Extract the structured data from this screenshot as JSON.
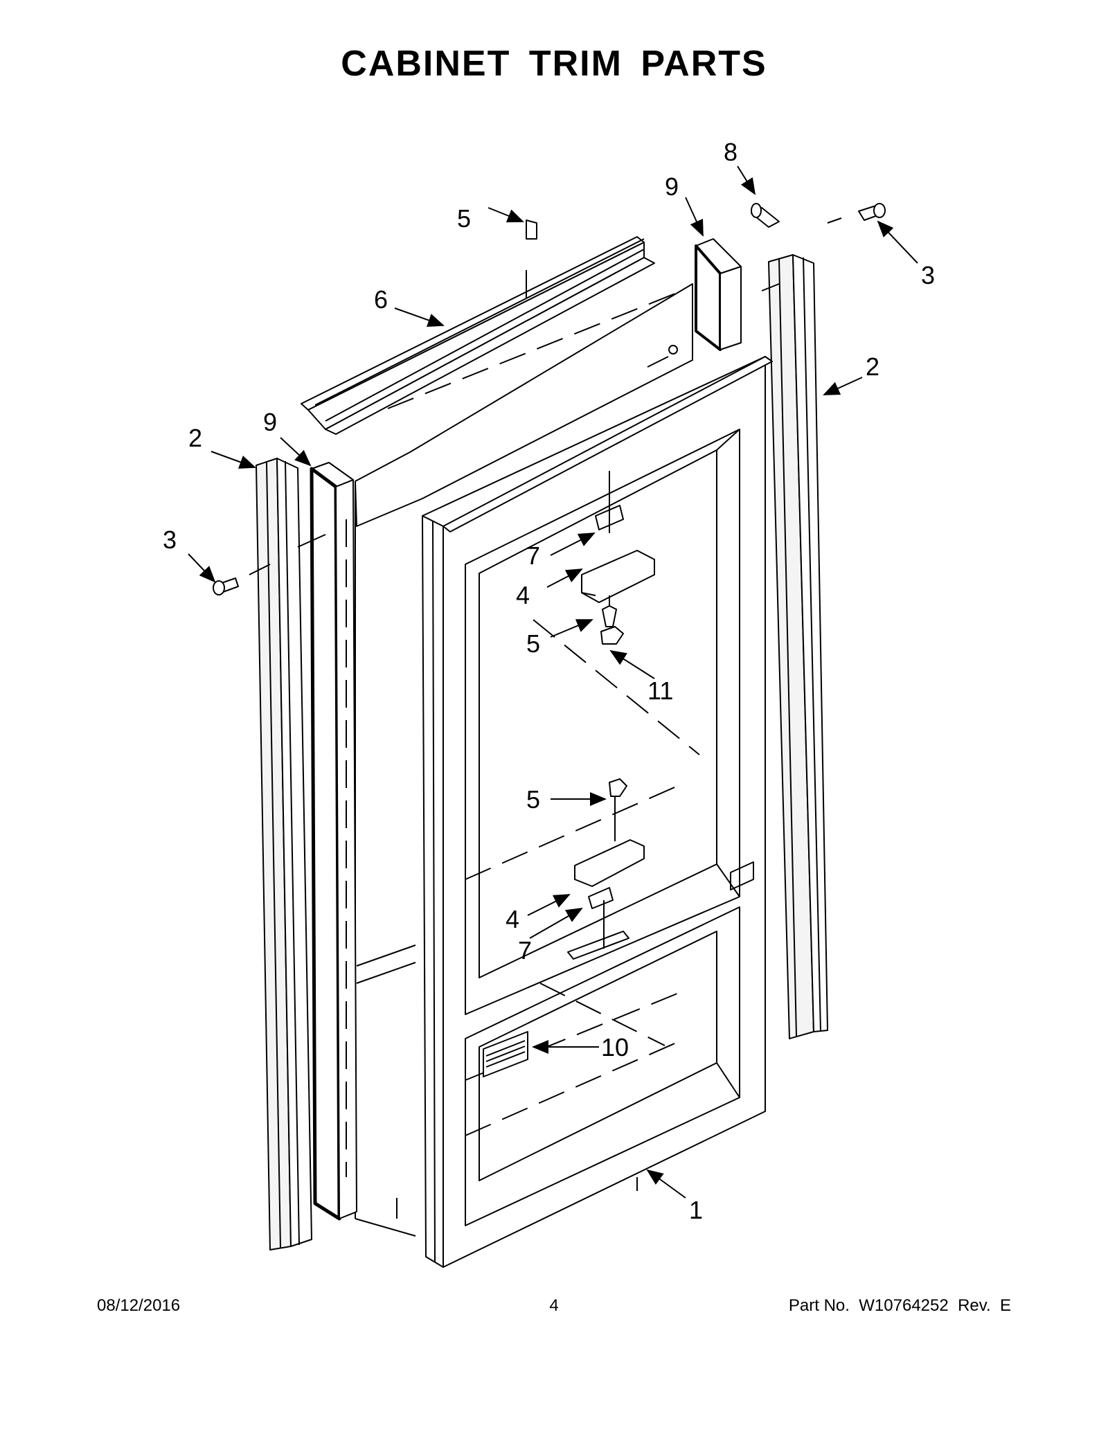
{
  "title": "CABINET TRIM PARTS",
  "callouts": [
    {
      "id": "c8",
      "label": "8"
    },
    {
      "id": "c9a",
      "label": "9"
    },
    {
      "id": "c5a",
      "label": "5"
    },
    {
      "id": "c3a",
      "label": "3"
    },
    {
      "id": "c6",
      "label": "6"
    },
    {
      "id": "c2a",
      "label": "2"
    },
    {
      "id": "c2b",
      "label": "2"
    },
    {
      "id": "c9b",
      "label": "9"
    },
    {
      "id": "c3b",
      "label": "3"
    },
    {
      "id": "c7a",
      "label": "7"
    },
    {
      "id": "c4a",
      "label": "4"
    },
    {
      "id": "c5b",
      "label": "5"
    },
    {
      "id": "c11",
      "label": "11"
    },
    {
      "id": "c5c",
      "label": "5"
    },
    {
      "id": "c4b",
      "label": "4"
    },
    {
      "id": "c7b",
      "label": "7"
    },
    {
      "id": "c10",
      "label": "10"
    },
    {
      "id": "c1",
      "label": "1"
    }
  ],
  "footer": {
    "date": "08/12/2016",
    "page": "4",
    "part_no_label": "Part No.",
    "part_no": "W10764252",
    "rev_label": "Rev.",
    "rev": "E"
  },
  "colors": {
    "line": "#000000",
    "paper": "#ffffff",
    "panel": "#f4f4f4"
  }
}
